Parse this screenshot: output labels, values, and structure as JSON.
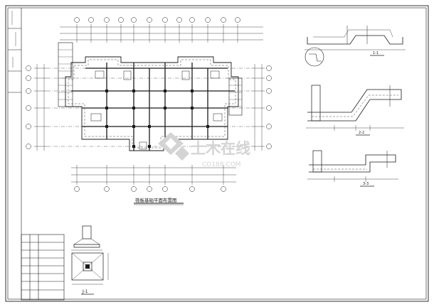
{
  "drawing": {
    "plan_title": "筏板基础平面布置图",
    "detail_footing_label": "J-1",
    "section_labels": [
      "1-1",
      "2-2",
      "3-3"
    ],
    "watermark_cn": "土木在线",
    "watermark_url": "CO188.COM",
    "colors": {
      "line": "#1a1a1a",
      "background": "#ffffff",
      "watermark": "#d4d4d4"
    }
  }
}
